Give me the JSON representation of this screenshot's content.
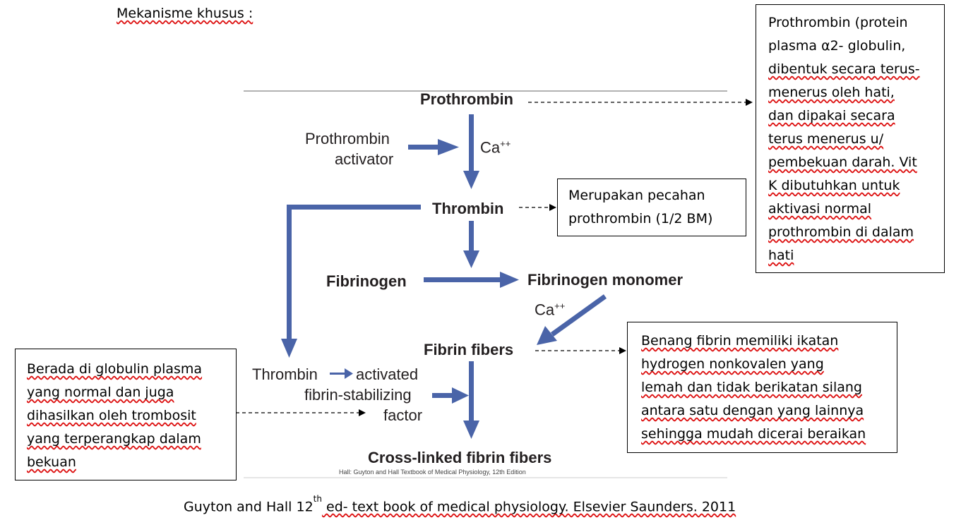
{
  "header": {
    "title": "Mekanisme khusus :"
  },
  "diagram": {
    "prothrombin": "Prothrombin",
    "activator_line1": "Prothrombin",
    "activator_line2": "activator",
    "ca1": "Ca",
    "ca1_sup": "++",
    "thrombin": "Thrombin",
    "fibrinogen": "Fibrinogen",
    "fibrinogen_monomer": "Fibrinogen monomer",
    "ca2": "Ca",
    "ca2_sup": "++",
    "fibrin_fibers": "Fibrin fibers",
    "thrombin_activated": "Thrombin",
    "activated_word": "activated",
    "fsf_line1": "fibrin-stabilizing",
    "fsf_line2": "factor",
    "crosslinked": "Cross-linked fibrin fibers",
    "source_note": "Hall: Guyton and Hall Textbook of Medical Physiology, 12th Edition",
    "arrow_color": "#4a64a8"
  },
  "notes": {
    "prothrombin_note": [
      "Prothrombin (protein",
      "plasma α2- globulin,",
      "dibentuk secara terus-",
      "menerus oleh hati,",
      "dan dipakai secara",
      "terus menerus u/",
      "pembekuan darah. Vit",
      "K dibutuhkan untuk",
      "aktivasi normal",
      "prothrombin di dalam",
      "hati"
    ],
    "thrombin_note": [
      "Merupakan pecahan",
      "prothrombin (1/2 BM)"
    ],
    "fibrin_note": [
      "Benang fibrin memiliki ikatan",
      "hydrogen nonkovalen yang",
      "lemah dan tidak berikatan silang",
      "antara satu dengan yang lainnya",
      "sehingga mudah dicerai beraikan"
    ],
    "fsf_note": [
      "Berada di globulin plasma",
      "yang normal dan juga",
      "dihasilkan oleh trombosit",
      "yang terperangkap dalam",
      "bekuan"
    ]
  },
  "citation": {
    "pre": "Guyton and Hall 12",
    "sup": "th",
    "post": " ed- text book of medical physiology. Elsevier Saunders. 2011"
  }
}
